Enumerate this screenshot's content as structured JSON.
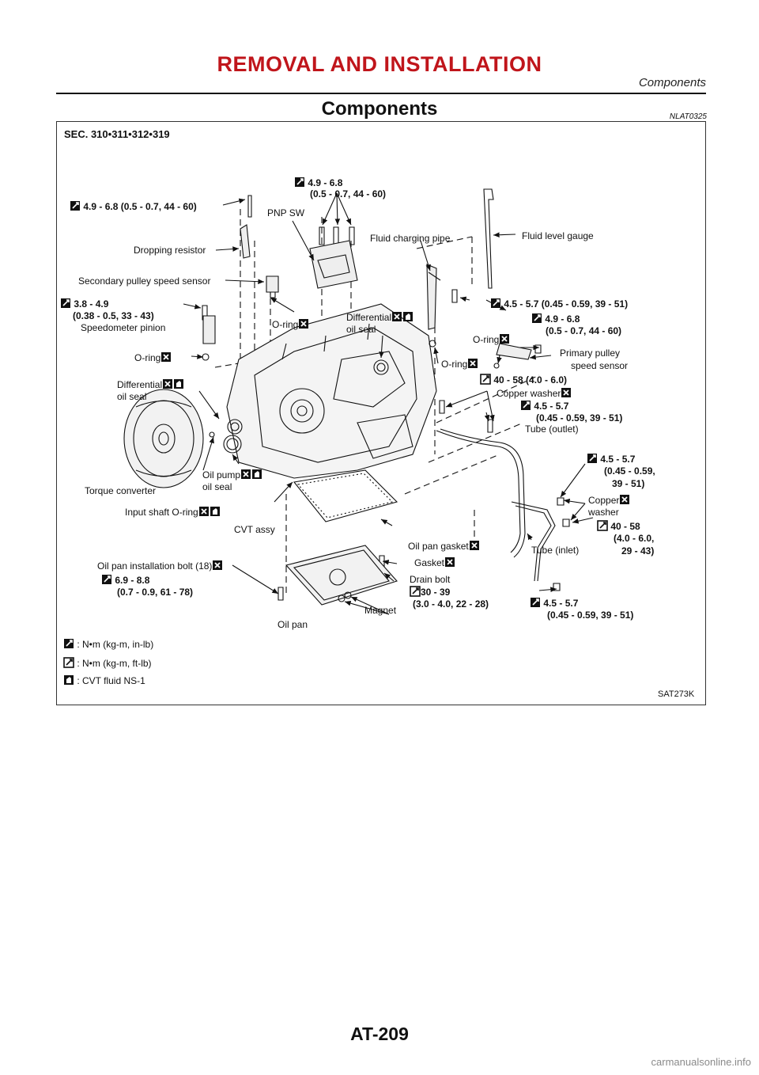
{
  "header": {
    "title": "REMOVAL AND INSTALLATION",
    "subtitle": "Components"
  },
  "section": {
    "title": "Components",
    "code": "NLAT0325"
  },
  "diagram": {
    "sec": "SEC. 310•311•312•319",
    "figure_id": "SAT273K",
    "labels": {
      "torque_top_left": "4.9 - 6.8 (0.5 - 0.7, 44 - 60)",
      "torque_top_mid_1": "4.9 - 6.8",
      "torque_top_mid_2": "(0.5 - 0.7, 44 - 60)",
      "pnp_sw": "PNP SW",
      "fluid_charging_pipe": "Fluid charging pipe",
      "fluid_level_gauge": "Fluid level gauge",
      "dropping_resistor": "Dropping resistor",
      "secondary_pulley_sensor": "Secondary pulley speed sensor",
      "torque_speedo_1": "3.8 - 4.9",
      "torque_speedo_2": "(0.38 - 0.5, 33 - 43)",
      "speedometer_pinion": "Speedometer pinion",
      "oring_1": "O-ring",
      "oring_2": "O-ring",
      "oring_3": "O-ring",
      "oring_4": "O-ring",
      "diff_seal_mid_1": "Differential",
      "diff_seal_mid_2": "oil seal",
      "diff_seal_left_1": "Differential",
      "diff_seal_left_2": "oil seal",
      "torque_right_1": "4.5 - 5.7 (0.45 - 0.59, 39 - 51)",
      "torque_primary_1": "4.9 - 6.8",
      "torque_primary_2": "(0.5 - 0.7, 44 - 60)",
      "primary_pulley_1": "Primary pulley",
      "primary_pulley_2": "speed sensor",
      "torque_copper_1": "40 - 58 (4.0 - 6.0)",
      "copper_washer_1": "Copper washer",
      "torque_outlet_1": "4.5 - 5.7",
      "torque_outlet_2": "(0.45 - 0.59, 39 - 51)",
      "tube_outlet": "Tube (outlet)",
      "torque_converter": "Torque converter",
      "oil_pump_seal_1": "Oil pump",
      "oil_pump_seal_2": "oil seal",
      "input_shaft_oring": "Input shaft O-ring",
      "cvt_assy": "CVT assy",
      "torque_tube_1": "4.5 - 5.7",
      "torque_tube_2": "(0.45 - 0.59,",
      "torque_tube_3": "39 - 51)",
      "copper_washer_2a": "Copper",
      "copper_washer_2b": "washer",
      "torque_inlet_1": "40 - 58",
      "torque_inlet_2": "(4.0 - 6.0,",
      "torque_inlet_3": "29 - 43)",
      "tube_inlet": "Tube (inlet)",
      "oil_pan_gasket": "Oil pan gasket",
      "gasket": "Gasket",
      "oil_pan_bolt": "Oil pan installation bolt (18)",
      "torque_pan_1": "6.9 - 8.8",
      "torque_pan_2": "(0.7 - 0.9, 61 - 78)",
      "drain_bolt": "Drain bolt",
      "torque_drain_1": "30 - 39",
      "torque_drain_2": "(3.0 - 4.0, 22 - 28)",
      "magnet": "Magnet",
      "oil_pan": "Oil pan",
      "torque_bottom_1": "4.5 - 5.7",
      "torque_bottom_2": "(0.45 - 0.59, 39 - 51)"
    },
    "legend": [
      ": N•m (kg-m, in-lb)",
      ": N•m (kg-m, ft-lb)",
      ": CVT fluid NS-1"
    ]
  },
  "footer": {
    "page_number": "AT-209",
    "watermark": "carmanualsonline.info"
  }
}
